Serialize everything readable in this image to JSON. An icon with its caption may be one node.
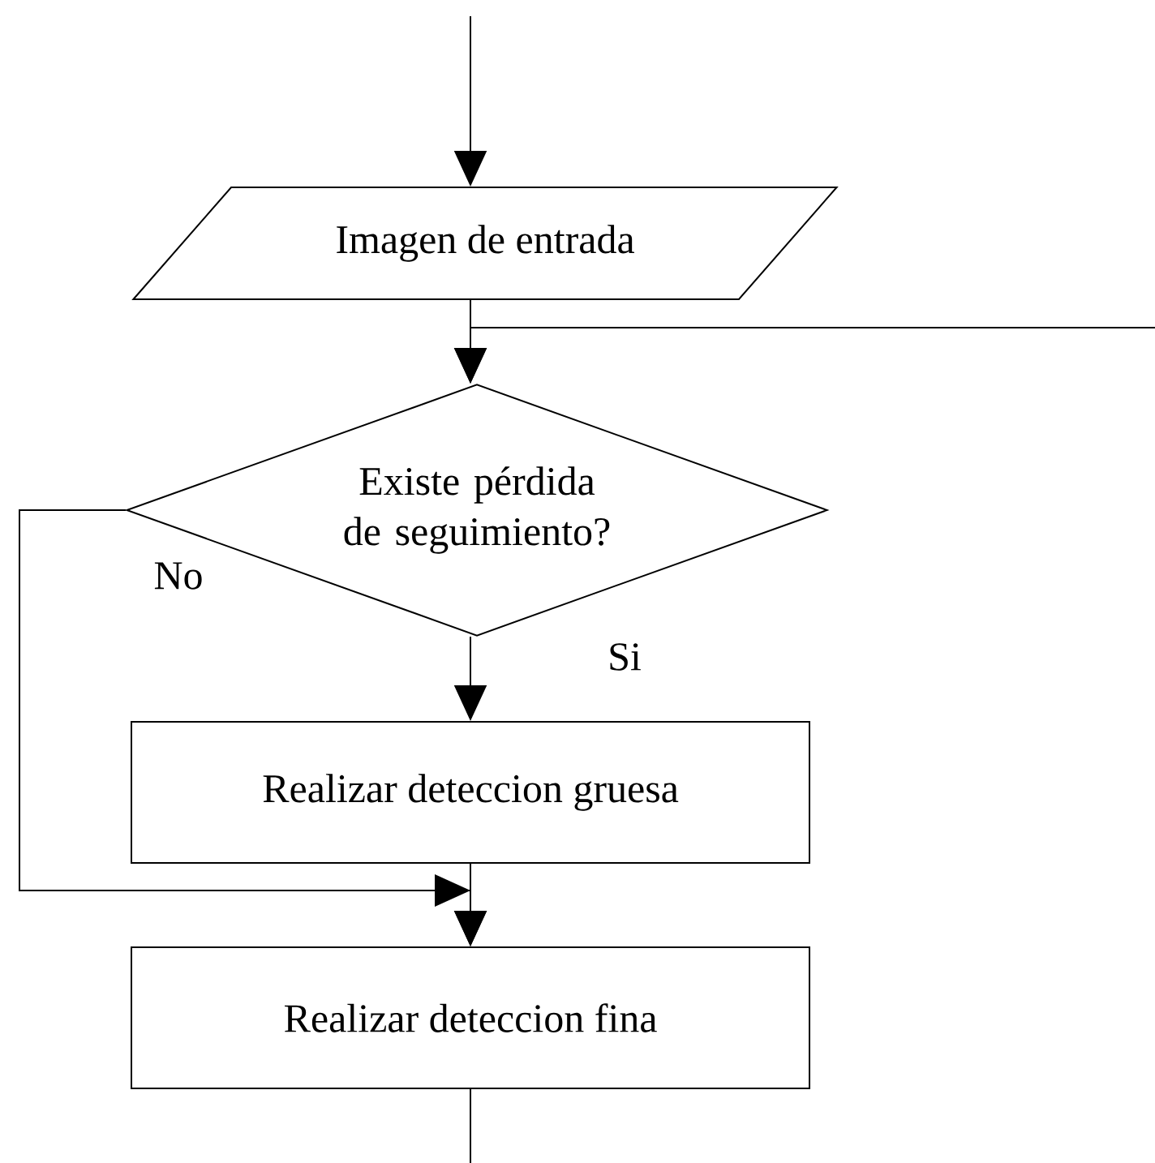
{
  "diagram": {
    "nodes": [
      {
        "text": [
          "Imagen de entrada"
        ]
      },
      {
        "text": [
          "Existe pérdida de seguimiento?"
        ]
      },
      {
        "text": [
          "Realizar deteccion gruesa"
        ]
      },
      {
        "text": [
          "Realizar deteccion fina"
        ]
      }
    ],
    "edges": [
      {
        "from": null,
        "to": 0,
        "arrow": "to"
      },
      {
        "from": 0,
        "to": 1,
        "arrow": "to"
      },
      {
        "from": null,
        "to": 1,
        "arrow": "to"
      },
      {
        "from": 1,
        "to": 2,
        "arrow": "to",
        "label": "Si"
      },
      {
        "from": 1,
        "to": 3,
        "arrow": "to",
        "label": "No"
      },
      {
        "from": 2,
        "to": 3,
        "arrow": "to"
      },
      {
        "from": 3,
        "to": null,
        "arrow": "none"
      }
    ]
  }
}
